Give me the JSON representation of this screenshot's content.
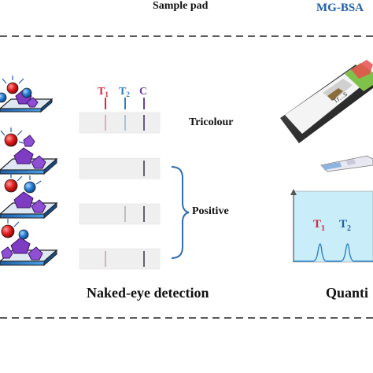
{
  "header": {
    "sample_pad_label": "Sample pad",
    "mg_bsa_label": "MG-BSA"
  },
  "strip_markers": {
    "t1_letter": "T",
    "t1_sub": "1",
    "t2_letter": "T",
    "t2_sub": "2",
    "c_letter": "C",
    "t1_color": "#d7263d",
    "t2_color": "#2f7fc1",
    "c_color": "#6b3fa0"
  },
  "labels": {
    "tricolour": "Tricolour",
    "positive": "Positive",
    "naked_eye": "Naked-eye detection",
    "quantitative": "Quanti"
  },
  "chromatogram": {
    "peak1_letter": "T",
    "peak1_sub": "1",
    "peak2_letter": "T",
    "peak2_sub": "2",
    "peak1_color": "#d7263d",
    "peak2_color": "#1f5fa8"
  },
  "phone": {
    "screen_text": "Tr...s"
  },
  "colors": {
    "bracket": "#2f6fb0",
    "dash": "#222222",
    "strip_bg": "#eeeeee",
    "pad_blue": "#2a78c9",
    "complex_purple": "#7d3cc2",
    "red_particle": "#e02020",
    "blue_particle": "#2a7fd6",
    "plot_bg": "#c9eefa"
  }
}
